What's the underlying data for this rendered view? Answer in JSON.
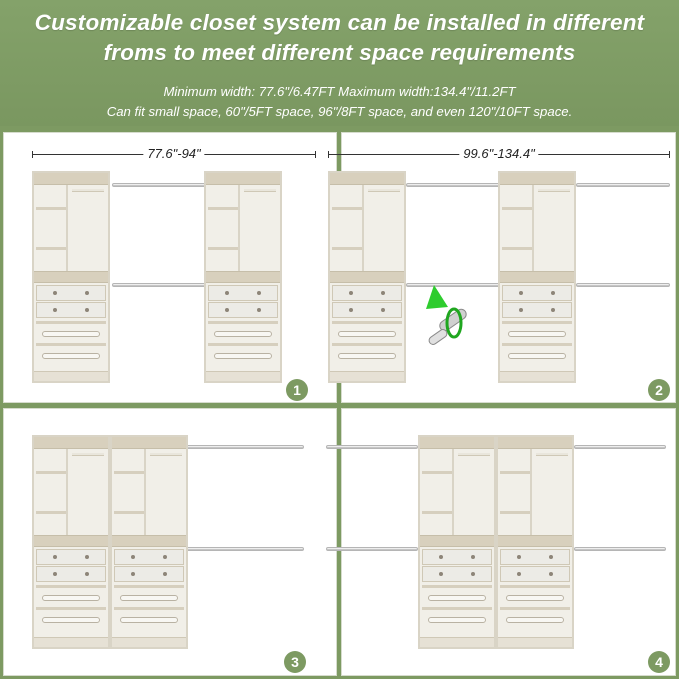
{
  "header": {
    "headline_line1": "Customizable closet system can be installed in different",
    "headline_line2": "froms to meet different space requirements",
    "subline_line1": "Minimum width: 77.6\"/6.47FT  Maximum width:134.4\"/11.2FT",
    "subline_line2": "Can fit small space, 60\"/5FT space, 96\"/8FT space, and even 120\"/10FT space."
  },
  "panels": [
    {
      "dimension": "77.6\"-94\"",
      "badge": "1"
    },
    {
      "dimension": "99.6\"-134.4\"",
      "badge": "2"
    },
    {
      "dimension": "",
      "badge": "3"
    },
    {
      "dimension": "",
      "badge": "4"
    }
  ],
  "colors": {
    "background_green": "#7d9a62",
    "panel_white": "#ffffff",
    "accent_arrow_green": "#2ecc2e",
    "closet_frame": "#f1efe8"
  },
  "icons": {
    "adjust": "rotate-adjust-icon"
  }
}
